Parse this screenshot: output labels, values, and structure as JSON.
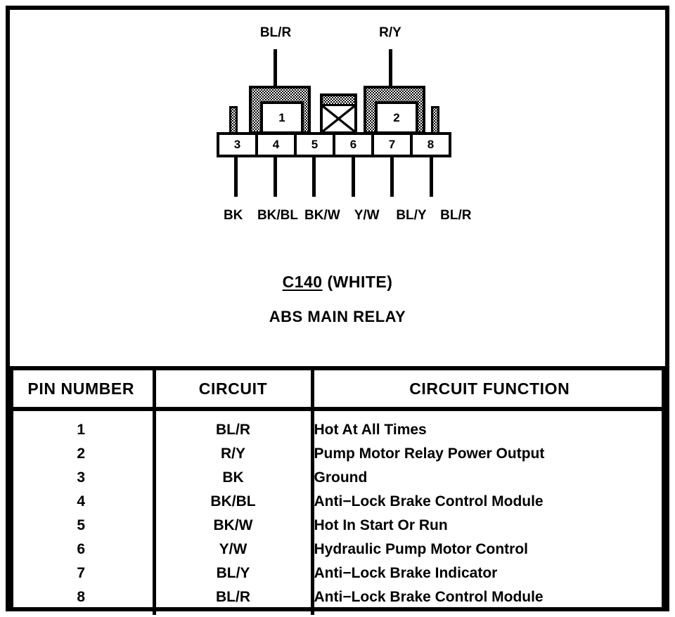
{
  "connector": {
    "id": "C140",
    "color": "(WHITE)",
    "name": "ABS MAIN RELAY",
    "top_wires": [
      {
        "label": "BL/R",
        "pin": "1"
      },
      {
        "label": "R/Y",
        "pin": "2"
      }
    ],
    "terminals": [
      {
        "number": "1"
      },
      {
        "number": "2"
      }
    ],
    "unused_cavity": {
      "marker": "X"
    },
    "pins": [
      {
        "number": "3"
      },
      {
        "number": "4"
      },
      {
        "number": "5"
      },
      {
        "number": "6"
      },
      {
        "number": "7"
      },
      {
        "number": "8"
      }
    ],
    "bottom_wires": [
      "BK",
      "BK/BL",
      "BK/W",
      "Y/W",
      "BL/Y",
      "BL/R"
    ]
  },
  "table": {
    "headers": [
      "PIN NUMBER",
      "CIRCUIT",
      "CIRCUIT FUNCTION"
    ],
    "rows": [
      {
        "pin": "1",
        "circuit": "BL/R",
        "function": "Hot At All Times"
      },
      {
        "pin": "2",
        "circuit": "R/Y",
        "function": "Pump Motor Relay Power Output"
      },
      {
        "pin": "3",
        "circuit": "BK",
        "function": "Ground"
      },
      {
        "pin": "4",
        "circuit": "BK/BL",
        "function": "Anti−Lock Brake Control Module"
      },
      {
        "pin": "5",
        "circuit": "BK/W",
        "function": "Hot In Start Or Run"
      },
      {
        "pin": "6",
        "circuit": "Y/W",
        "function": "Hydraulic Pump Motor Control"
      },
      {
        "pin": "7",
        "circuit": "BL/Y",
        "function": "Anti−Lock Brake Indicator"
      },
      {
        "pin": "8",
        "circuit": "BL/R",
        "function": "Anti−Lock Brake Control Module"
      }
    ]
  },
  "colors": {
    "ink": "#000000",
    "paper": "#ffffff"
  }
}
